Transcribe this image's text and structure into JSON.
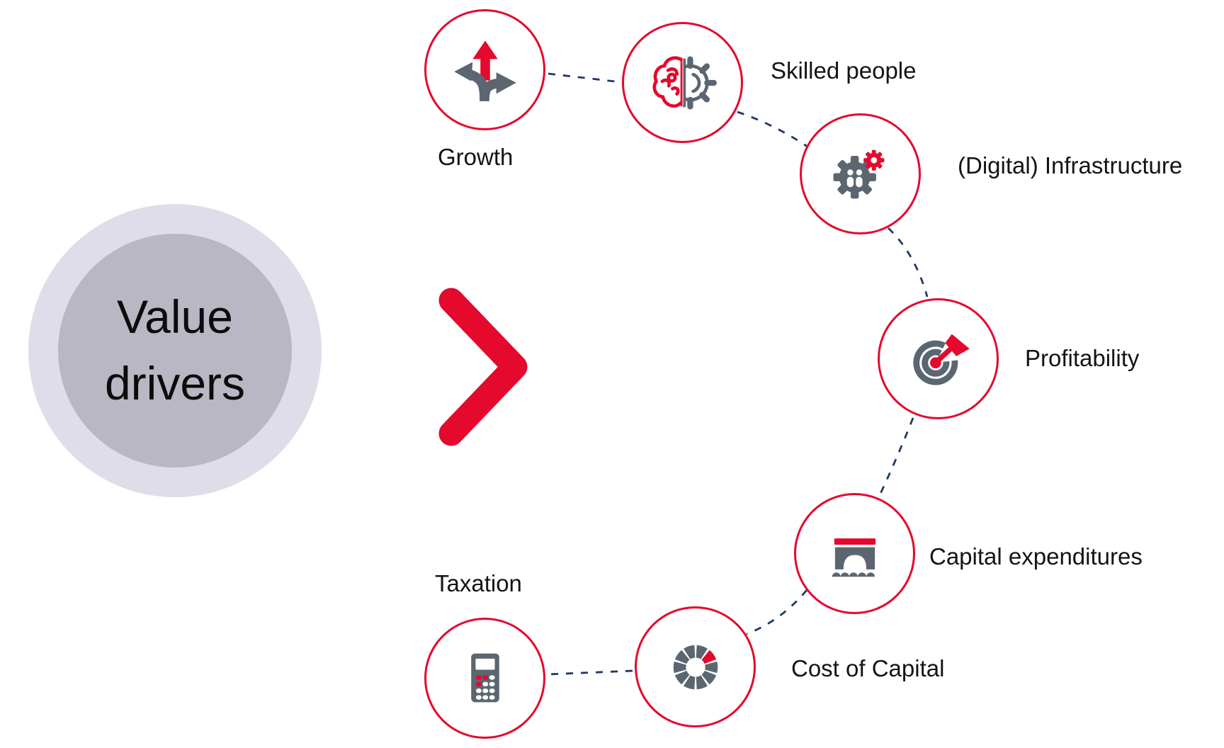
{
  "hub": {
    "label_line1": "Value",
    "label_line2": "drivers"
  },
  "chevron": {
    "name": "chevron-right"
  },
  "nodes": [
    {
      "label": "Growth",
      "icon": "branching-arrows"
    },
    {
      "label": "Skilled people",
      "icon": "brain-gear"
    },
    {
      "label": "(Digital) Infrastructure",
      "icon": "gear-people"
    },
    {
      "label": "Profitability",
      "icon": "target-dart"
    },
    {
      "label": "Capital expenditures",
      "icon": "bridge"
    },
    {
      "label": "Cost of Capital",
      "icon": "segmented-donut"
    },
    {
      "label": "Taxation",
      "icon": "calculator"
    }
  ],
  "colors": {
    "accent_red": "#E4092D",
    "icon_slate": "#5B6670",
    "connector_navy": "#1F3864",
    "hub_outer": "#DEDDE9",
    "hub_inner": "#B8B7C3",
    "text": "#111111"
  }
}
